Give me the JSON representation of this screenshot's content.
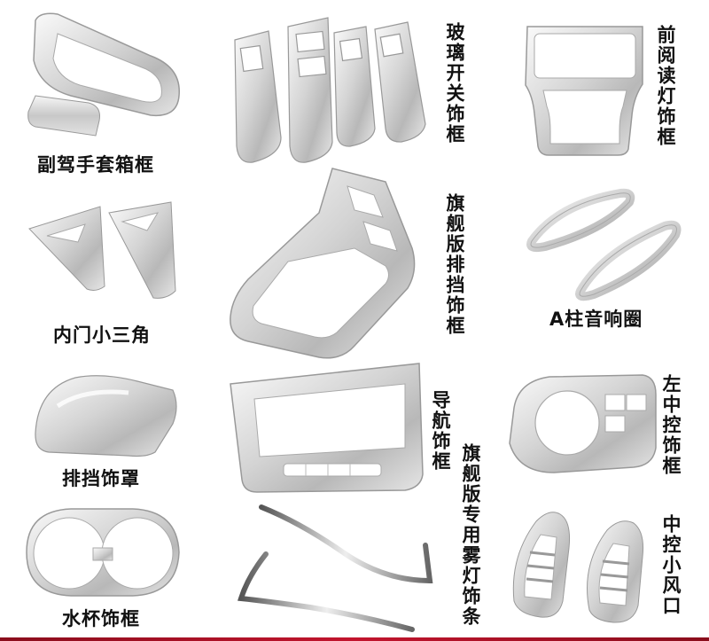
{
  "labels": {
    "glovebox": "副驾手套箱框",
    "window_switch": "玻璃开关饰框",
    "reading_light": "前阅读灯饰框",
    "inner_triangle": "内门小三角",
    "gear_frame": "旗舰版排挡饰框",
    "speaker_ring": "A柱音响圈",
    "gear_cover": "排挡饰罩",
    "navigation": "导航饰框",
    "left_console": "左中控饰框",
    "fog_light": "旗舰版专用雾灯饰条",
    "cup_holder": "水杯饰框",
    "vent": "中控小风口"
  },
  "colors": {
    "chrome_light": "#f2f2f2",
    "chrome_mid": "#cfcfcf",
    "chrome_dark": "#9a9a9a",
    "accent_bar": "#c2142d"
  }
}
